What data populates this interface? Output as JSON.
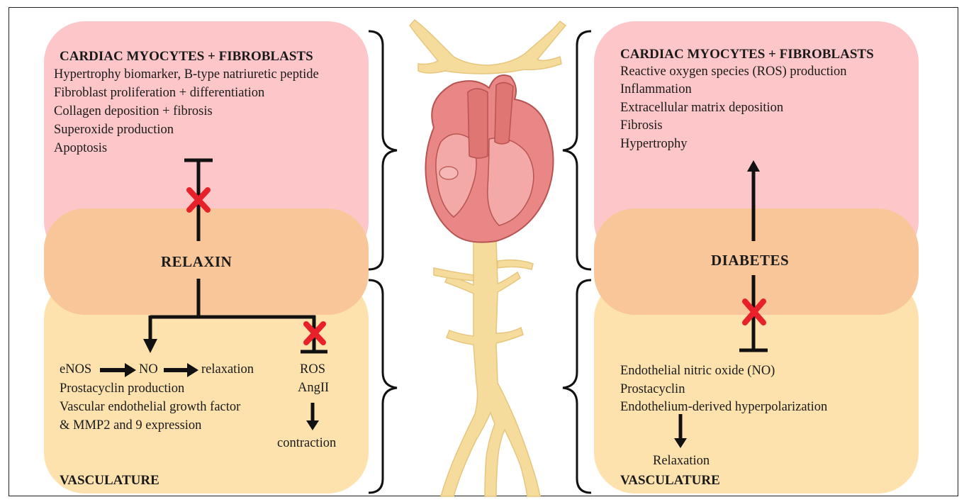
{
  "left": {
    "top_heading": "CARDIAC MYOCYTES + FIBROBLASTS",
    "top_items": [
      "Hypertrophy biomarker, B-type natriuretic peptide",
      "Fibroblast proliferation + differentiation",
      "Collagen deposition + fibrosis",
      "Superoxide production",
      "Apoptosis"
    ],
    "center_label": "RELAXIN",
    "enos": "eNOS",
    "no": "NO",
    "relaxation": "relaxation",
    "vasc_items": [
      "Prostacyclin production",
      "Vascular endothelial growth factor",
      "& MMP2 and 9 expression"
    ],
    "ros": "ROS",
    "angii": "AngII",
    "contraction": "contraction",
    "bottom_heading": "VASCULATURE"
  },
  "right": {
    "top_heading": "CARDIAC MYOCYTES + FIBROBLASTS",
    "top_items": [
      "Reactive oxygen species (ROS) production",
      "Inflammation",
      "Extracellular matrix deposition",
      "Fibrosis",
      "Hypertrophy"
    ],
    "center_label": "DIABETES",
    "vasc_items": [
      "Endothelial nitric oxide (NO)",
      "Prostacyclin",
      "Endothelium-derived hyperpolarization"
    ],
    "relaxation": "Relaxation",
    "bottom_heading": "VASCULATURE"
  },
  "colors": {
    "pink": "#fdc7c9",
    "yellow": "#fde2ae",
    "orange": "#f9c699",
    "heart": "#e98786",
    "vessel": "#f6dc9c",
    "inhibit_mark": "#e8202a"
  },
  "icons": [
    "heart-illustration",
    "aorta-illustration",
    "inhibition-cross-icon",
    "arrow-icon"
  ]
}
